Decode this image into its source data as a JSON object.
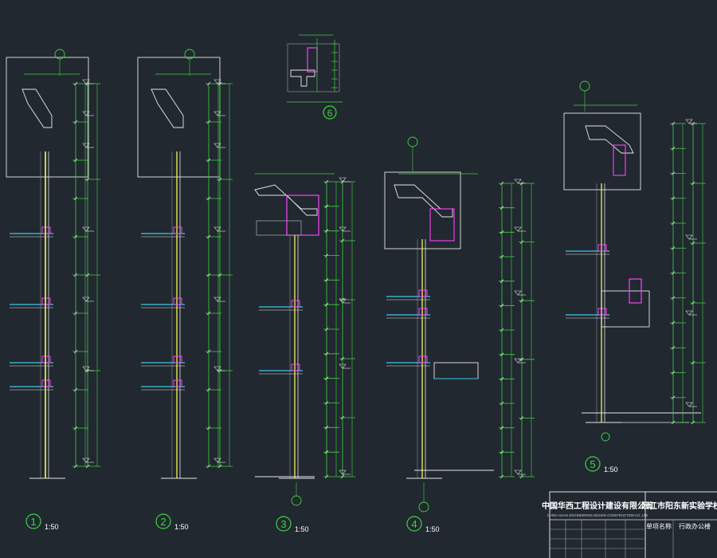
{
  "canvas_background": "#212830",
  "colors": {
    "line_white": "#e6e6e6",
    "line_green": "#3fd43f",
    "line_yellow": "#e8e84a",
    "line_magenta": "#ff40ff",
    "line_cyan": "#3fc8e6",
    "line_red": "#e04040",
    "line_gray": "#9aa0a6"
  },
  "sections": [
    {
      "number": "1",
      "scale": "1:50"
    },
    {
      "number": "2",
      "scale": "1:50"
    },
    {
      "number": "3",
      "scale": "1:50"
    },
    {
      "number": "4",
      "scale": "1:50"
    },
    {
      "number": "5",
      "scale": "1:50"
    },
    {
      "number": "6",
      "scale": ""
    }
  ],
  "title_block": {
    "company_cn": "中国华西工程设计建设有限公司",
    "company_en": "CHINA HUAXI ENGINEERING DESIGN CONSTRUCTION CO.,LTD",
    "project": "阳江市阳东新实验学校",
    "row_label": "单项名称",
    "building": "行政办公楼"
  }
}
